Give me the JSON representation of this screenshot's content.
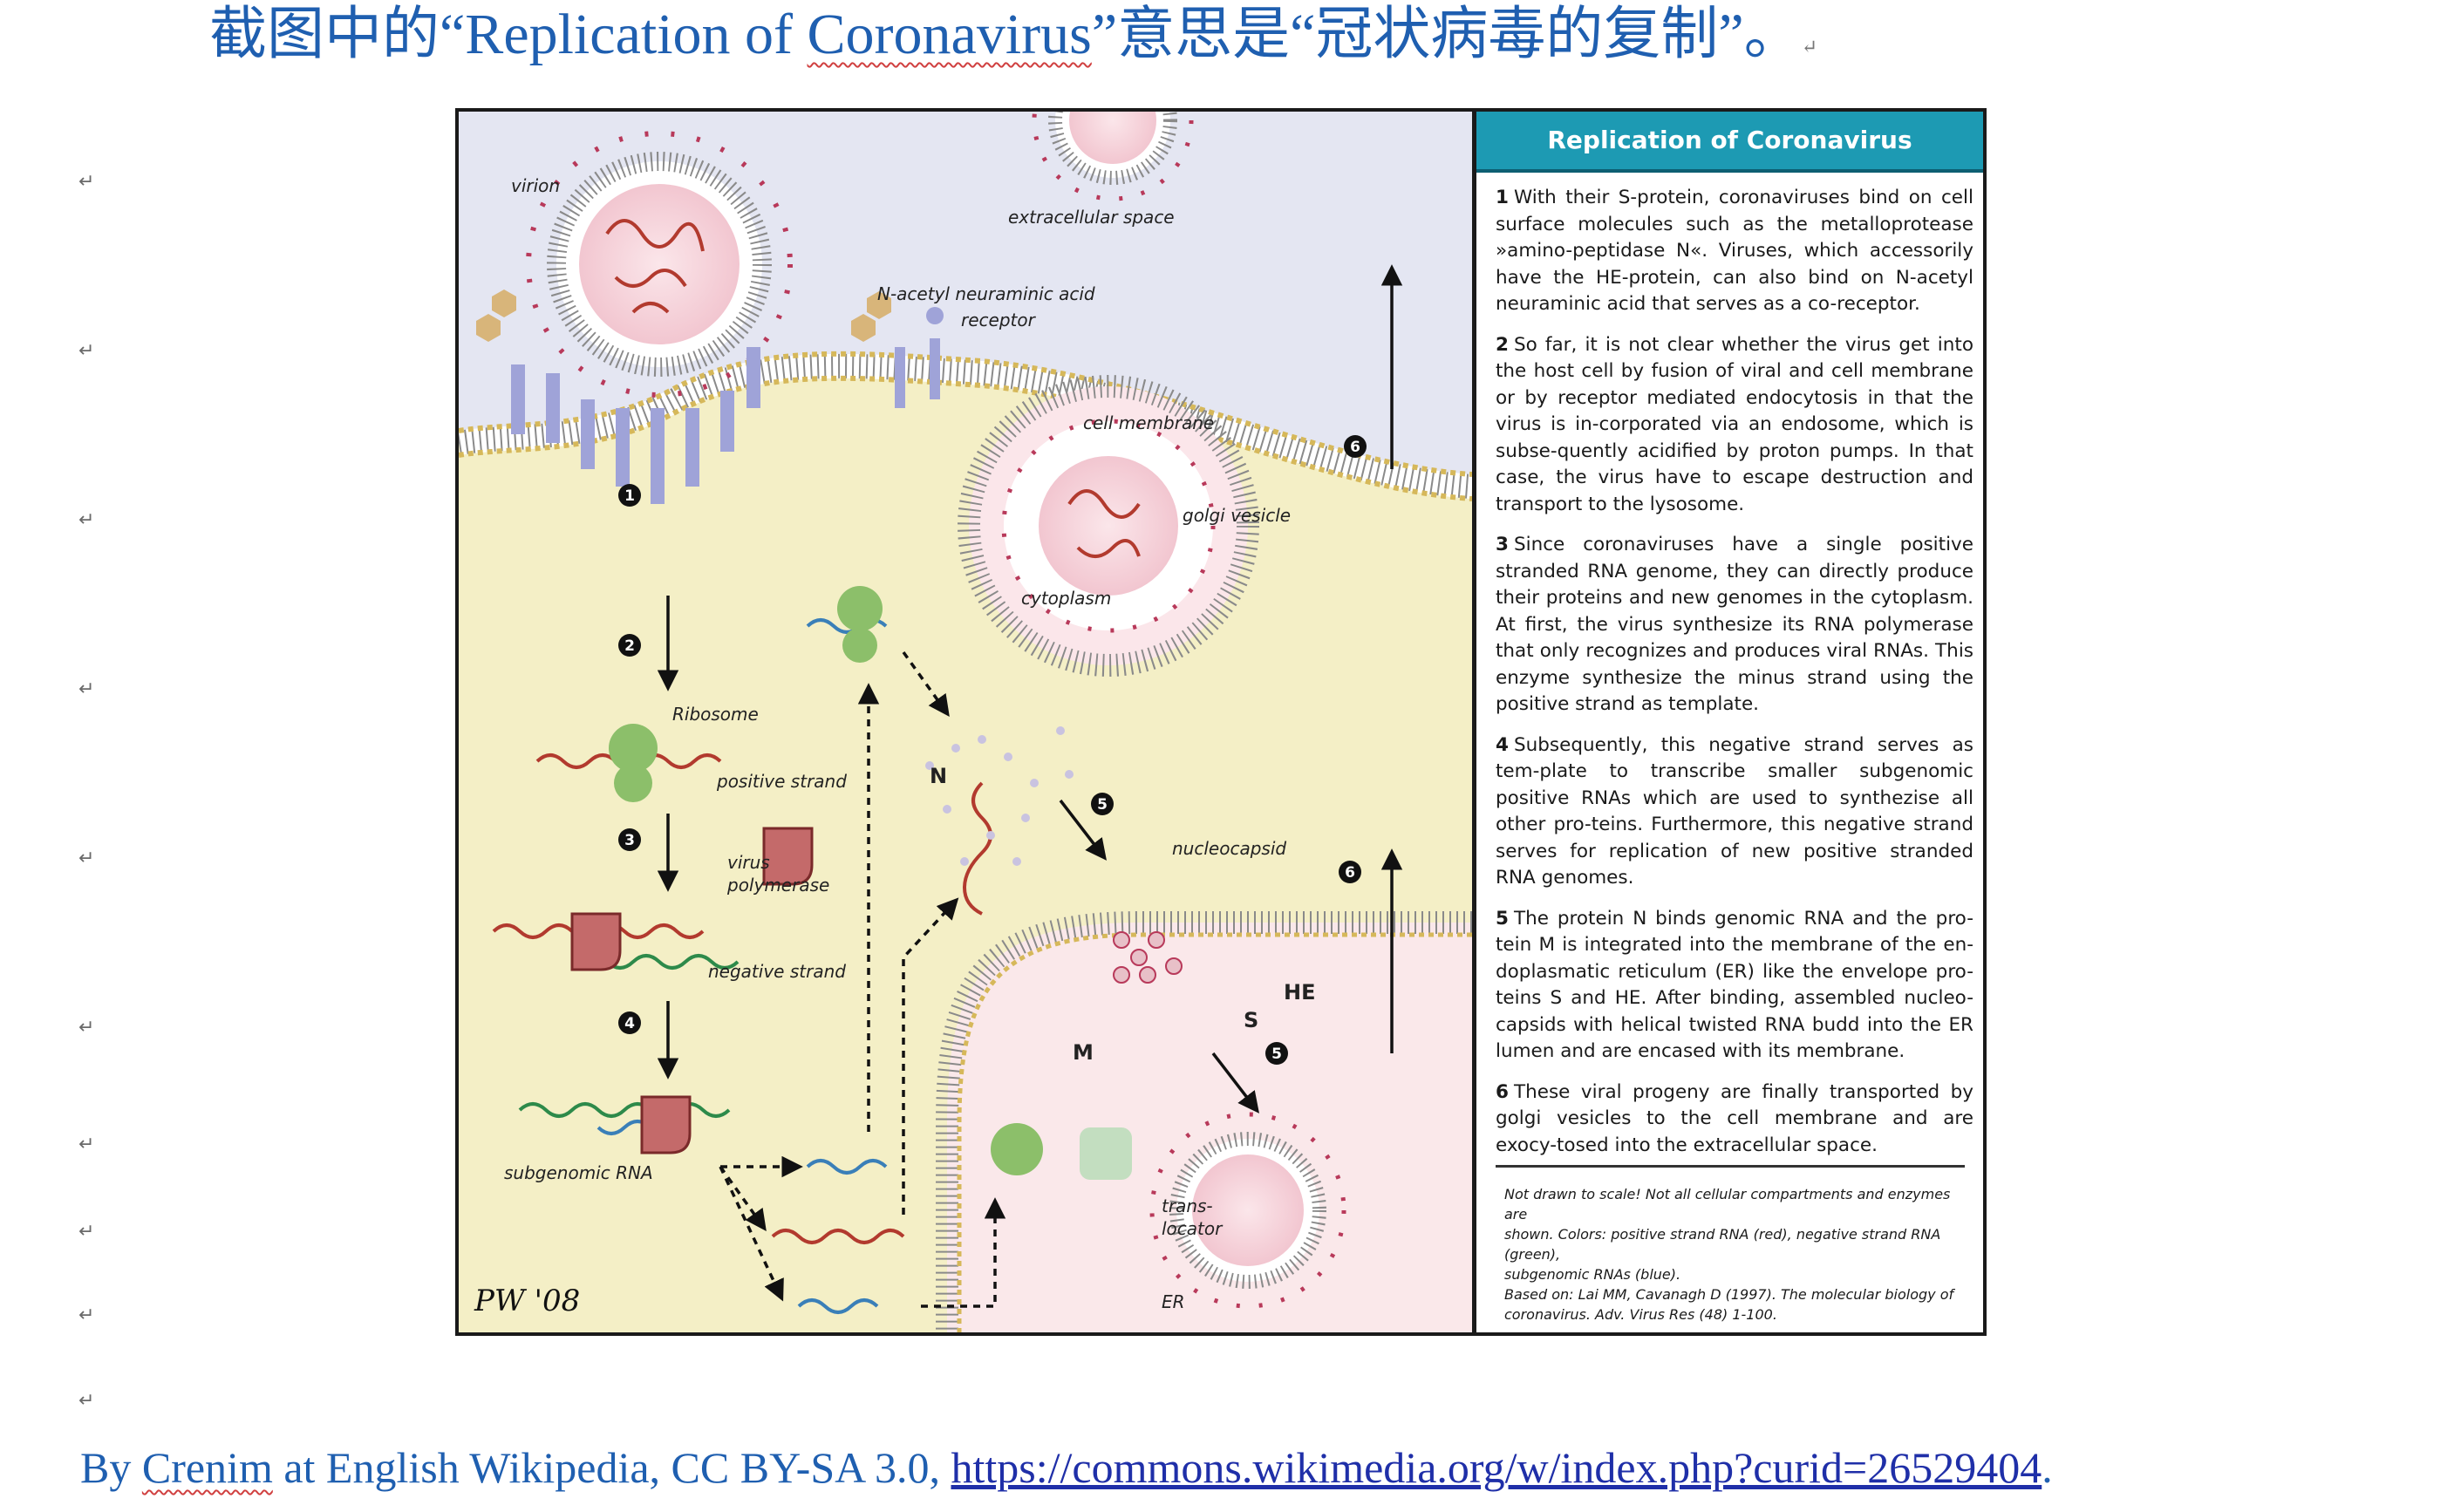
{
  "document": {
    "title_prefix": "截图中的“",
    "title_term_a": "Replication of ",
    "title_term_b": "Coronavirus",
    "title_suffix": "”意思是“冠状病毒的复制”。",
    "title_end_mark": "↵"
  },
  "figure": {
    "panel_title": "Replication of Coronavirus",
    "steps": [
      {
        "no": "1",
        "text": "With their S-protein, coronaviruses bind on cell surface molecules such as the metalloprotease »amino-peptidase N«. Viruses, which accessorily have the HE-protein, can also bind on N-acetyl neuraminic acid that serves as a co-receptor."
      },
      {
        "no": "2",
        "text": "So far, it is not clear whether the virus get into the host cell by fusion of viral and cell membrane or by receptor mediated endocytosis in that the virus is in-corporated via an endosome, which is subse-quently acidified by proton pumps. In that case, the virus have to escape destruction and transport to the lysosome."
      },
      {
        "no": "3",
        "text": "Since coronaviruses have a single positive stranded RNA genome, they can directly produce their proteins and new genomes in the cytoplasm. At first, the virus synthesize its RNA polymerase that only recognizes and produces viral RNAs. This enzyme synthesize the minus strand using the positive strand as template."
      },
      {
        "no": "4",
        "text": "Subsequently, this negative strand serves as tem-plate to transcribe smaller subgenomic positive RNAs which are used to synthezise all other pro-teins. Furthermore, this negative strand serves for replication of new positive stranded RNA genomes."
      },
      {
        "no": "5",
        "text": "The protein N binds genomic RNA and the pro-tein M is integrated into the membrane of the en-doplasmatic reticulum (ER) like the envelope pro-teins S and HE. After binding, assembled nucleo-capsids with helical twisted RNA budd into the ER lumen and are encased with its membrane."
      },
      {
        "no": "6",
        "text": "These viral progeny are finally transported by golgi vesicles to the cell membrane and are exocy-tosed into the extracellular space."
      }
    ],
    "note_lines": [
      "Not drawn to scale! Not all cellular compartments and enzymes are",
      "shown. Colors: positive strand RNA (red), negative strand RNA (green),",
      "subgenomic RNAs (blue).",
      "Based on: Lai MM, Cavanagh D (1997). The molecular biology of",
      "coronavirus. Adv. Virus Res (48) 1-100."
    ],
    "labels": {
      "virion": "virion",
      "extracellular_space": "extracellular space",
      "n_acetyl": "N-acetyl neuraminic acid",
      "receptor": "receptor",
      "cell_membrane": "cell membrane",
      "golgi_vesicle": "golgi vesicle",
      "cytoplasm": "cytoplasm",
      "ribosome": "Ribosome",
      "positive_strand": "positive strand",
      "virus": "virus",
      "polymerase": "polymerase",
      "negative_strand": "negative strand",
      "subgenomic_rna": "subgenomic RNA",
      "n_protein": "N",
      "nucleocapsid": "nucleocapsid",
      "m_protein": "M",
      "s_protein": "S",
      "he_protein": "HE",
      "trans": "trans-",
      "locator": "locator",
      "er": "ER"
    },
    "step_markers": [
      "1",
      "2",
      "3",
      "4",
      "5",
      "5",
      "6",
      "6"
    ],
    "signature": "PW '08",
    "colors": {
      "extracellular": "#e4e6f2",
      "cytoplasm": "#f4efc6",
      "er_lumen": "#fae8ea",
      "panel_header": "#1d9ab3",
      "positive_rna": "#b23a2e",
      "negative_rna": "#2d8a4a",
      "subgenomic_rna": "#3a7fb8",
      "ribosome": "#8cbf6a",
      "polymerase": "#c46a6a",
      "receptor": "#9fa3d8",
      "spike": "#b8395a",
      "he": "#c8a67a"
    }
  },
  "attribution": {
    "prefix": "By ",
    "author": "Crenim",
    "middle": " at English Wikipedia, CC BY-SA 3.0, ",
    "url": "https://commons.wikimedia.org/w/index.php?curid=26529404",
    "suffix": "."
  }
}
